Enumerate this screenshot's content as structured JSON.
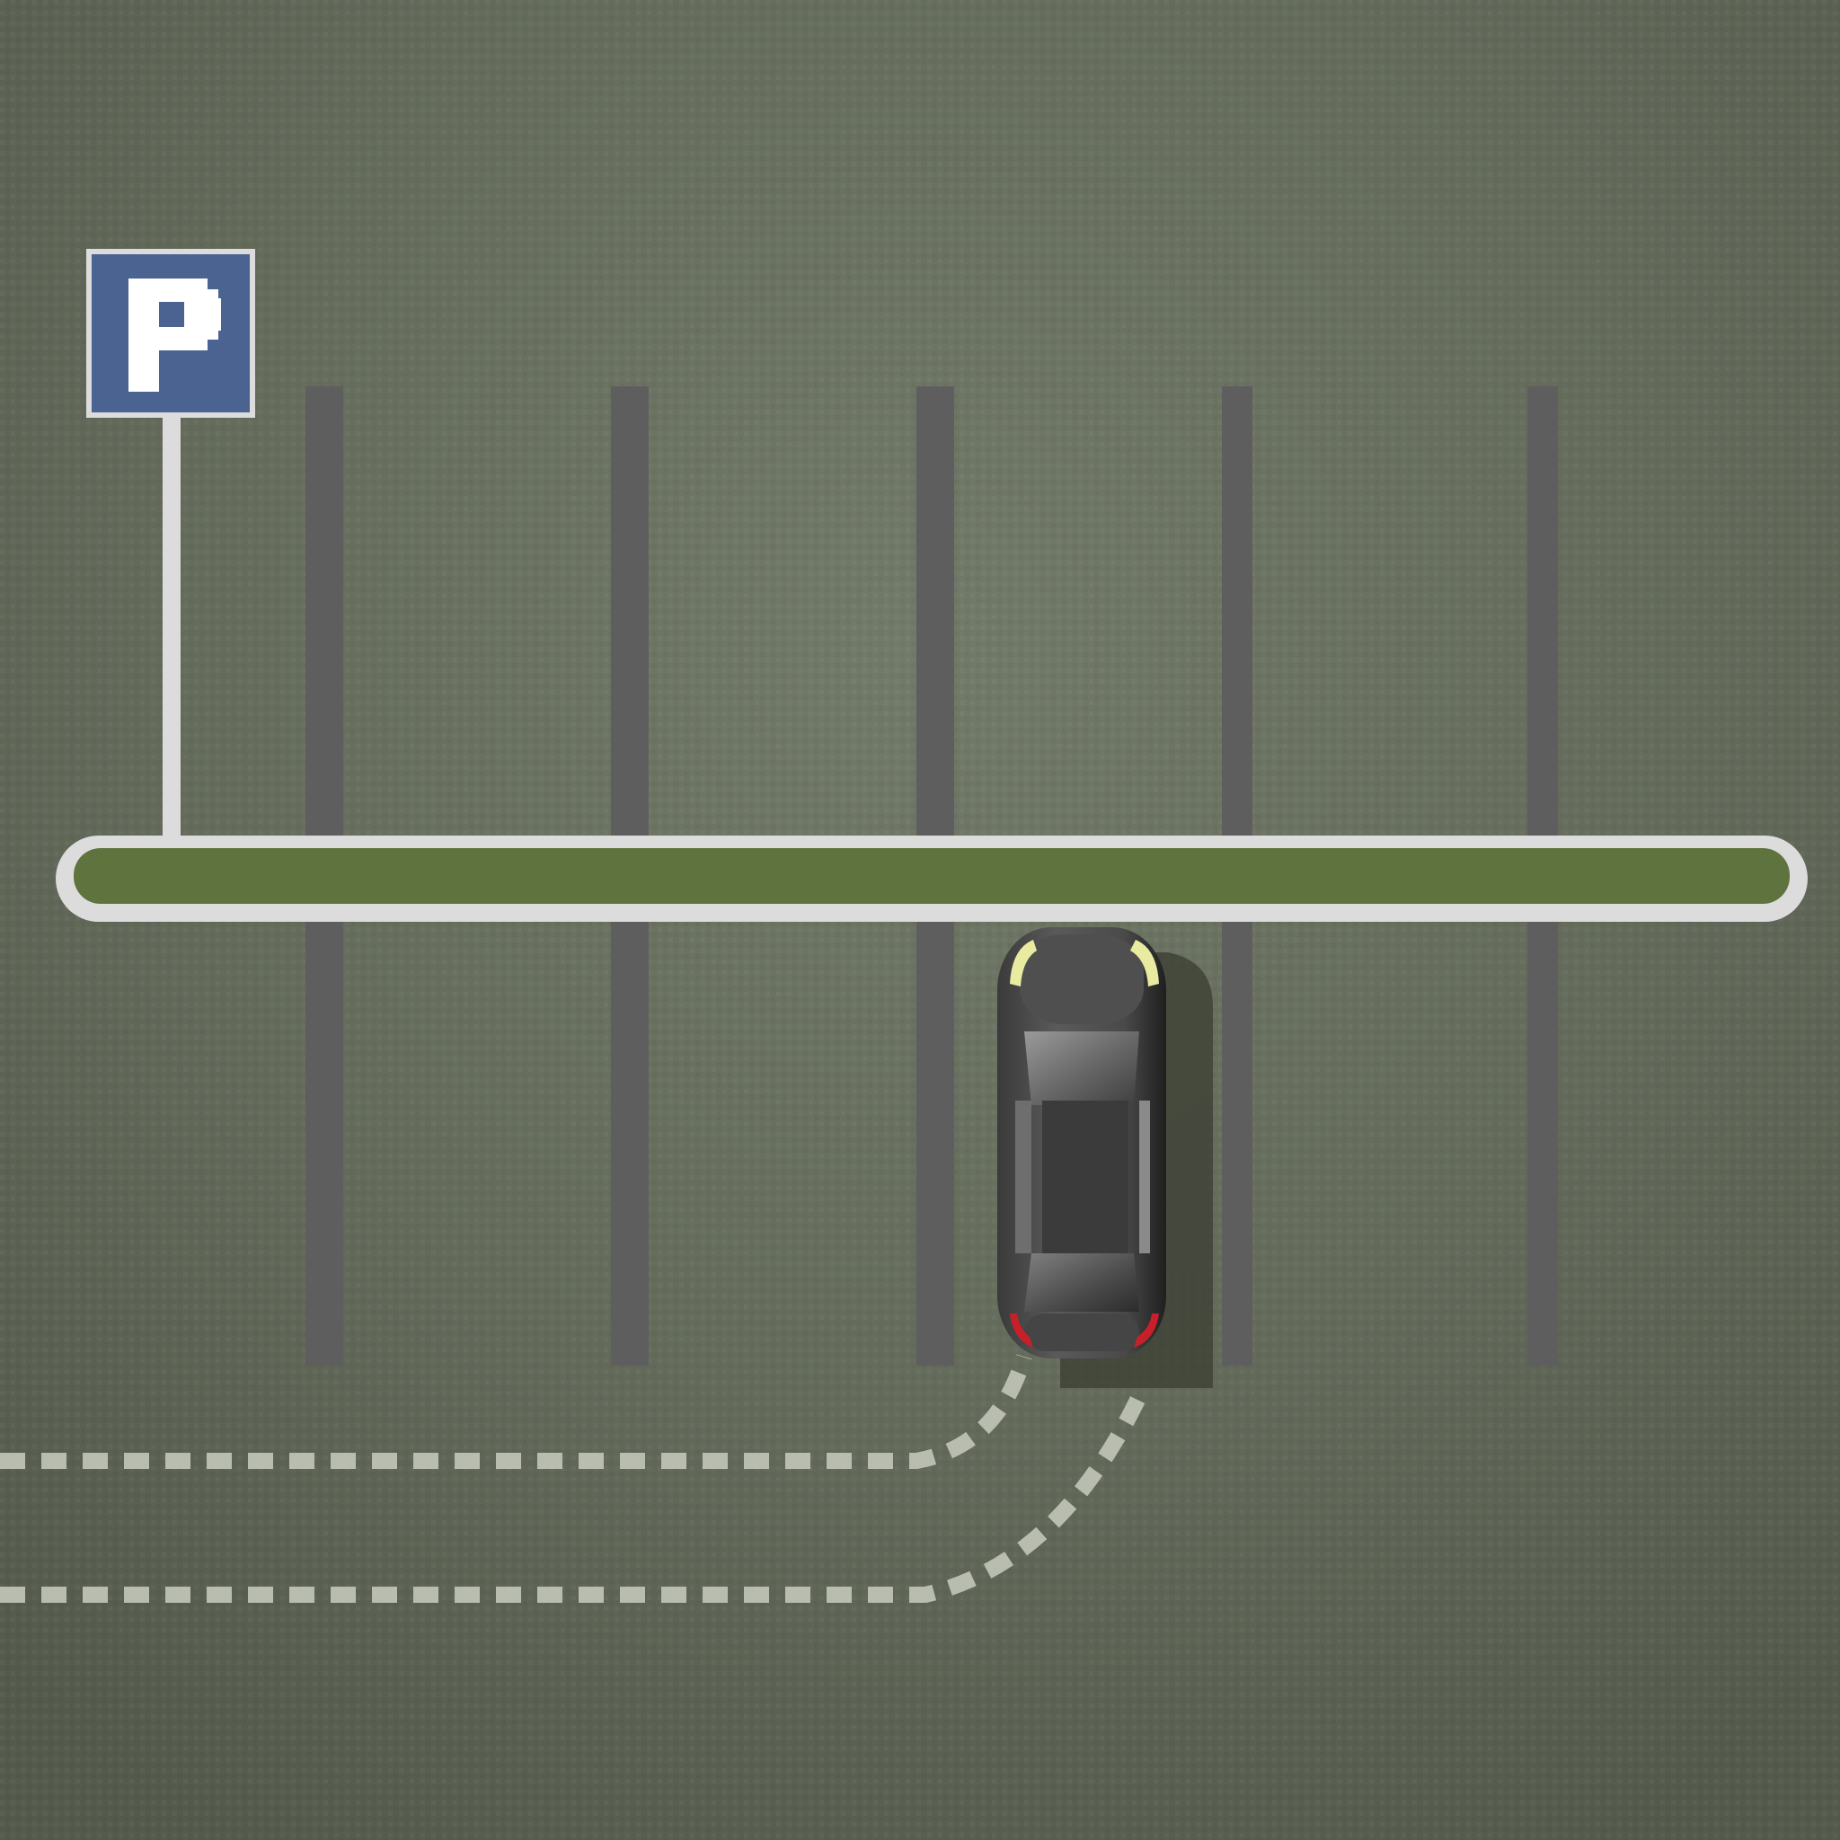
{
  "parking_sign": {
    "letter": "P",
    "icon": "parking-sign-icon",
    "background_color": "#4a6391",
    "border_color": "#dcdcdc",
    "letter_color": "#ffffff"
  },
  "lot": {
    "ground_color": "#5f6657",
    "stall_line_color": "#5e5e5e",
    "median_fill_color": "#5e733e",
    "median_border_color": "#dcdcdc",
    "stall_dividers_per_row": 5,
    "stall_rows": 2
  },
  "car": {
    "icon": "car-top-view-icon",
    "body_color": "#484848",
    "headlight_color": "#e9eba0",
    "taillight_color": "#c8202a"
  },
  "tire_tracks": {
    "color": "#b8bdb0",
    "count": 2
  }
}
